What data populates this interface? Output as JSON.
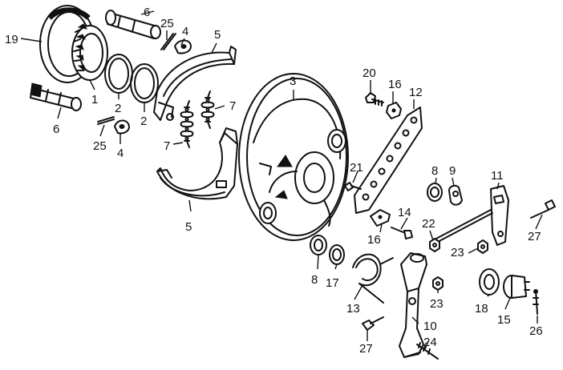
{
  "labels": {
    "n19": "19",
    "n1": "1",
    "n2a": "2",
    "n2b": "2",
    "n6a": "6",
    "n6b": "6",
    "n25a": "25",
    "n25b": "25",
    "n4a": "4",
    "n4b": "4",
    "n5a": "5",
    "n5b": "5",
    "n7a": "7",
    "n7b": "7",
    "n3": "3",
    "n20": "20",
    "n16a": "16",
    "n16b": "16",
    "n12": "12",
    "n21": "21",
    "n8a": "8",
    "n8b": "8",
    "n9": "9",
    "n11": "11",
    "n14": "14",
    "n22": "22",
    "n27a": "27",
    "n27b": "27",
    "n23a": "23",
    "n23b": "23",
    "n17": "17",
    "n13": "13",
    "n18": "18",
    "n15": "15",
    "n10": "10",
    "n24": "24",
    "n26": "26"
  },
  "colors": {
    "ink": "#111111",
    "paper": "#ffffff"
  }
}
